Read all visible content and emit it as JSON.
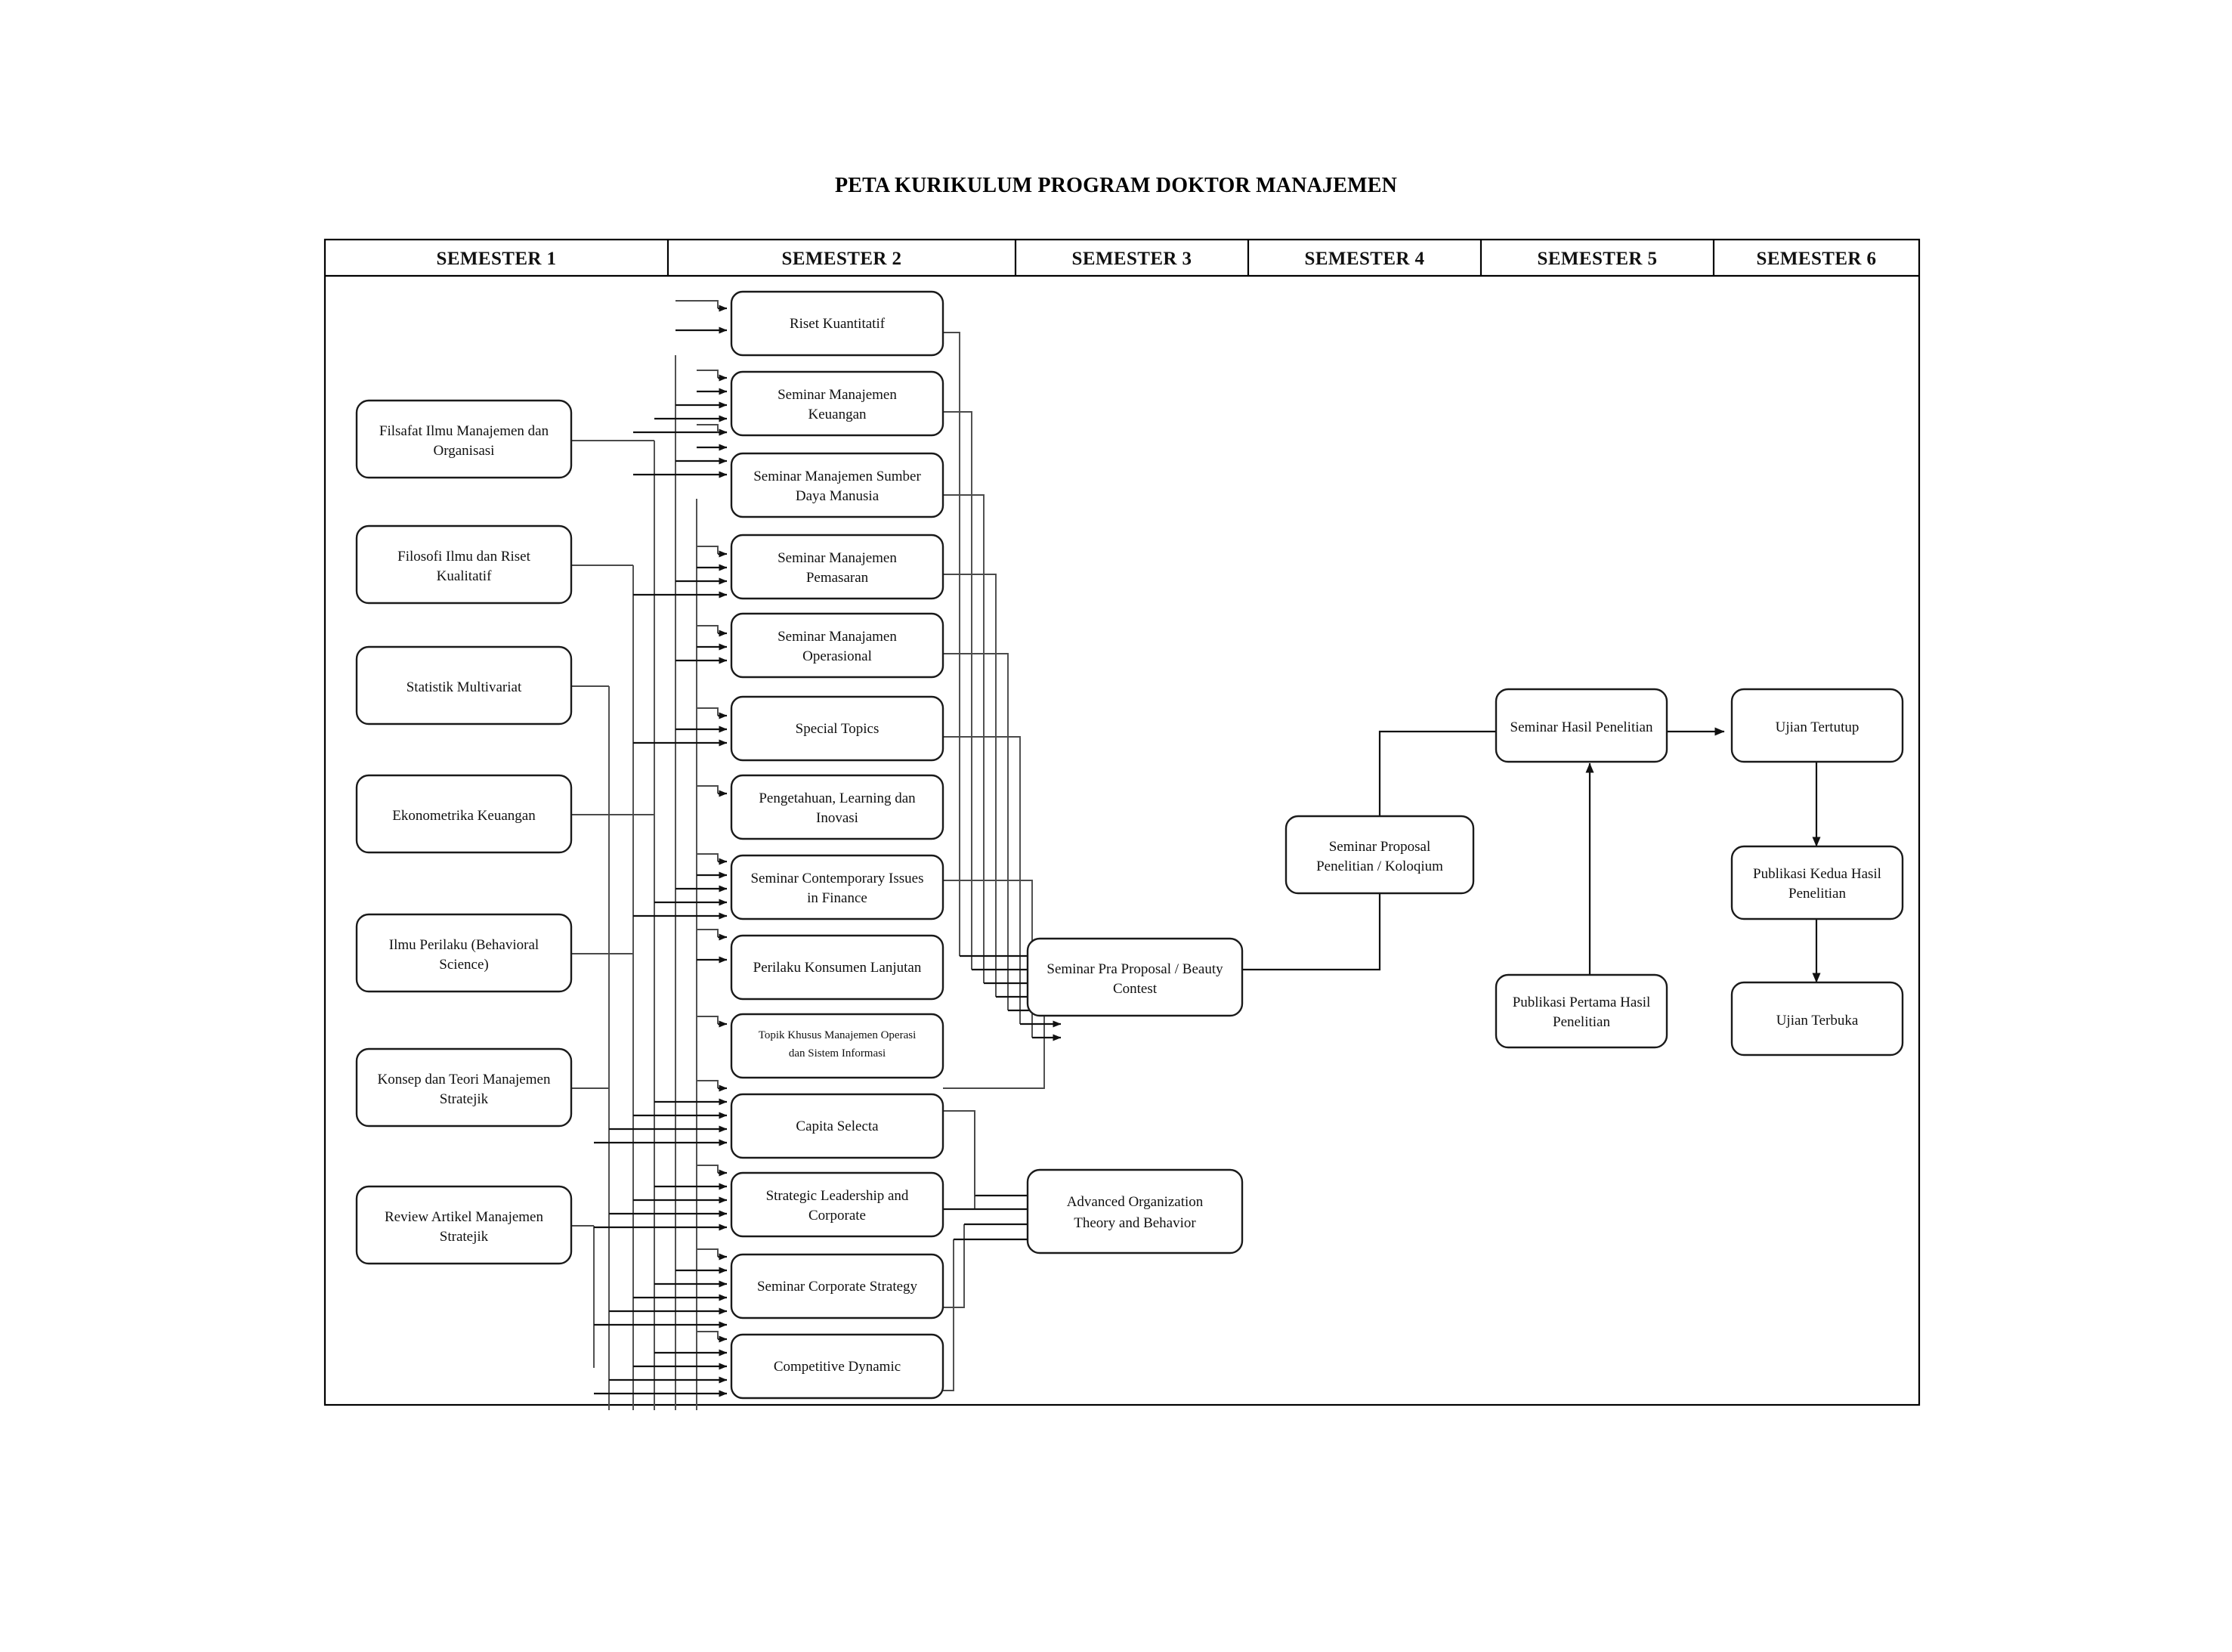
{
  "document": {
    "title": "PETA KURIKULUM PROGRAM DOKTOR MANAJEMEN"
  },
  "table": {
    "headers": [
      "SEMESTER 1",
      "SEMESTER 2",
      "SEMESTER 3",
      "SEMESTER 4",
      "SEMESTER 5",
      "SEMESTER 6"
    ]
  },
  "semester1": {
    "courses": [
      "Filsafat Ilmu Manajemen dan Organisasi",
      "Filosofi Ilmu dan Riset Kualitatif",
      "Statistik Multivariat",
      "Ekonometrika Keuangan",
      "Ilmu Perilaku (Behavioral Science)",
      "Konsep dan Teori Manajemen Stratejik",
      "Review Artikel Manajemen Stratejik"
    ]
  },
  "semester2": {
    "courses": [
      "Riset Kuantitatif",
      "Seminar Manajemen Keuangan",
      "Seminar Manajemen Sumber Daya Manusia",
      "Seminar Manajemen Pemasaran",
      "Seminar Manajamen Operasional",
      "Special Topics",
      "Pengetahuan, Learning dan Inovasi",
      "Seminar Contemporary Issues in Finance",
      "Perilaku Konsumen Lanjutan",
      "Topik Khusus Manajemen Operasi dan Sistem Informasi",
      "Capita Selecta",
      "Strategic Leadership and Corporate",
      "Seminar Corporate Strategy",
      "Competitive Dynamic"
    ]
  },
  "semester3": {
    "courses": [
      "Seminar Pra Proposal / Beauty Contest",
      "Advanced Organization Theory and Behavior"
    ]
  },
  "semester4": {
    "courses": [
      "Seminar Proposal Penelitian / Koloqium"
    ]
  },
  "semester5": {
    "courses": [
      "Seminar Hasil Penelitian",
      "Publikasi Pertama Hasil Penelitian"
    ]
  },
  "semester6": {
    "courses": [
      "Ujian Tertutup",
      "Publikasi Kedua Hasil Penelitian",
      "Ujian Terbuka"
    ]
  },
  "node_lines": {
    "s1_0": [
      "Filsafat Ilmu Manajemen dan",
      "Organisasi"
    ],
    "s1_1": [
      "Filosofi Ilmu dan Riset",
      "Kualitatif"
    ],
    "s1_2": [
      "Statistik Multivariat"
    ],
    "s1_3": [
      "Ekonometrika Keuangan"
    ],
    "s1_4": [
      "Ilmu Perilaku (Behavioral",
      "Science)"
    ],
    "s1_5": [
      "Konsep dan Teori Manajemen",
      "Stratejik"
    ],
    "s1_6": [
      "Review Artikel Manajemen",
      "Stratejik"
    ],
    "s2_0": [
      "Riset Kuantitatif"
    ],
    "s2_1": [
      "Seminar Manajemen",
      "Keuangan"
    ],
    "s2_2": [
      "Seminar Manajemen Sumber",
      "Daya Manusia"
    ],
    "s2_3": [
      "Seminar Manajemen",
      "Pemasaran"
    ],
    "s2_4": [
      "Seminar Manajamen",
      "Operasional"
    ],
    "s2_5": [
      "Special Topics"
    ],
    "s2_6": [
      "Pengetahuan, Learning dan",
      "Inovasi"
    ],
    "s2_7": [
      "Seminar Contemporary Issues",
      "in Finance"
    ],
    "s2_8": [
      "Perilaku Konsumen Lanjutan"
    ],
    "s2_9": [
      "Topik Khusus Manajemen Operasi",
      "dan Sistem Informasi"
    ],
    "s2_10": [
      "Capita Selecta"
    ],
    "s2_11": [
      "Strategic Leadership and",
      "Corporate"
    ],
    "s2_12": [
      "Seminar Corporate Strategy"
    ],
    "s2_13": [
      "Competitive Dynamic"
    ],
    "s3_0": [
      "Seminar Pra Proposal / Beauty",
      "Contest"
    ],
    "s3_1": [
      "Advanced Organization",
      "Theory and Behavior"
    ],
    "s4_0": [
      "Seminar Proposal",
      "Penelitian / Koloqium"
    ],
    "s5_0": [
      "Seminar Hasil Penelitian"
    ],
    "s5_1": [
      "Publikasi Pertama Hasil",
      "Penelitian"
    ],
    "s6_0": [
      "Ujian Tertutup"
    ],
    "s6_1": [
      "Publikasi Kedua Hasil",
      "Penelitian"
    ],
    "s6_2": [
      "Ujian Terbuka"
    ]
  },
  "colors": {
    "background": "#ffffff",
    "box_stroke": "#1a1a1a",
    "connector": "#4a4a4a",
    "frame": "#000000",
    "text": "#111111"
  }
}
